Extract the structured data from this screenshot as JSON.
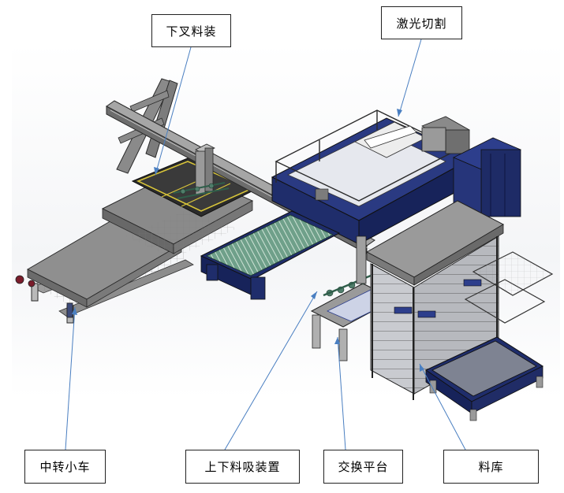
{
  "labels": {
    "top_fork": "下叉料装",
    "laser_cutting": "激光切割",
    "transfer_cart": "中转小车",
    "suction_device": "上下料吸装置",
    "exchange_platform": "交换平台",
    "material_storage": "料库"
  },
  "colors": {
    "leader_line": "#4a7fc1",
    "steel_gray": "#9a9a9a",
    "dark_gray": "#5a5a5a",
    "machine_blue": "#1f2d6b",
    "frame_outline": "#2a2a2a",
    "bed_green": "#4f7d6a",
    "panel_yellow": "#d7c43a"
  }
}
